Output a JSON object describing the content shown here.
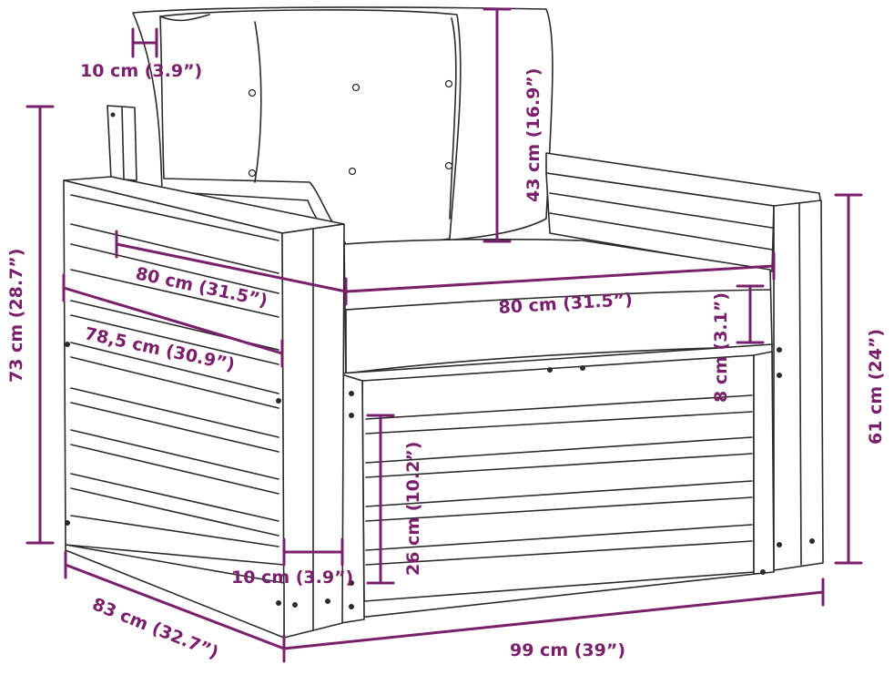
{
  "colors": {
    "dimension": "#7a1f6b",
    "line_art": "#2a2a2a",
    "background": "#ffffff"
  },
  "dimensions": {
    "back_cushion_thickness": "10 cm (3.9”)",
    "back_cushion_height": "43 cm (16.9”)",
    "total_height": "73 cm (28.7”)",
    "armrest_height": "61 cm (24”)",
    "seat_depth_outer": "80 cm (31.5”)",
    "seat_width": "80 cm (31.5”)",
    "seat_cushion_thickness": "8 cm (3.1”)",
    "seat_depth_inner": "78,5 cm (30.9”)",
    "seat_ground_height": "26 cm (10.2”)",
    "leg_width": "10 cm (3.9”)",
    "total_depth": "83 cm (32.7”)",
    "total_width": "99 cm (39”)"
  }
}
